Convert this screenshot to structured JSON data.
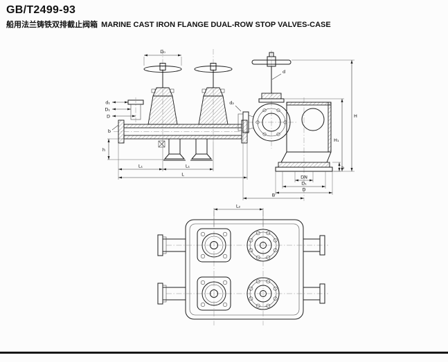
{
  "header": {
    "standard": "GB/T2499-93",
    "title_cn": "船用法兰铸铁双排截止阀箱",
    "title_en": "MARINE CAST IRON FLANGE DUAL-ROW STOP VALVES-CASE"
  },
  "front_view": {
    "dims": {
      "D0": "D₀",
      "d1": "d₁",
      "D1": "D₁",
      "D": "D",
      "b": "b",
      "h": "h",
      "L1a": "L₁",
      "L1b": "L₁",
      "L": "L"
    }
  },
  "side_view": {
    "dims": {
      "d": "d",
      "d2": "d₂",
      "H": "H",
      "H1": "H₁",
      "DN": "DN",
      "D1": "D₁",
      "D": "D",
      "B": "B",
      "b": "b"
    }
  },
  "plan_view": {
    "dims": {
      "L2": "L₂"
    }
  }
}
